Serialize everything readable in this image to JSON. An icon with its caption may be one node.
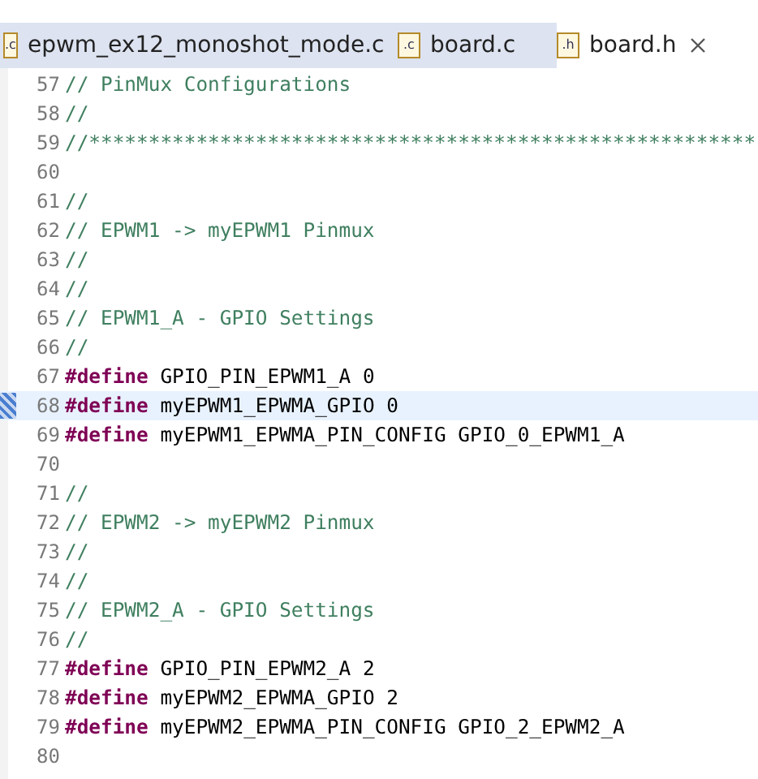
{
  "diagram": {
    "labels": [
      ".c",
      "epwm_ex12_monoshot_mode.c",
      ".c",
      "board.c",
      ".h",
      "board.h",
      "57",
      "// PinMux Configurations",
      "58",
      "//",
      "59",
      "//********************************************************",
      "60",
      "61",
      "//",
      "62",
      "// EPWM1 -> myEPWM1 Pinmux",
      "63",
      "//",
      "64",
      "//",
      "65",
      "// EPWM1_A - GPIO Settings",
      "66",
      "//",
      "67",
      "**#define** GPIO_PIN_EPWM1_A 0",
      "68",
      "**#define** myEPWM1_EPWMA_GPIO 0",
      "69",
      "**#define** myEPWM1_EPWMA_PIN_CONFIG GPIO_0_EPWM1_A",
      "70",
      "71",
      "//",
      "72",
      "// EPWM2 -> myEPWM2 Pinmux",
      "73",
      "//",
      "74",
      "//",
      "75",
      "// EPWM2_A - GPIO Settings",
      "76",
      "//",
      "77",
      "**#define** GPIO_PIN_EPWM2_A 2",
      "78",
      "**#define** myEPWM2_EPWMA_GPIO 2",
      "79",
      "**#define** myEPWM2_EPWMA_PIN_CONFIG GPIO_2_EPWM2_A",
      "80"
    ]
  }
}
